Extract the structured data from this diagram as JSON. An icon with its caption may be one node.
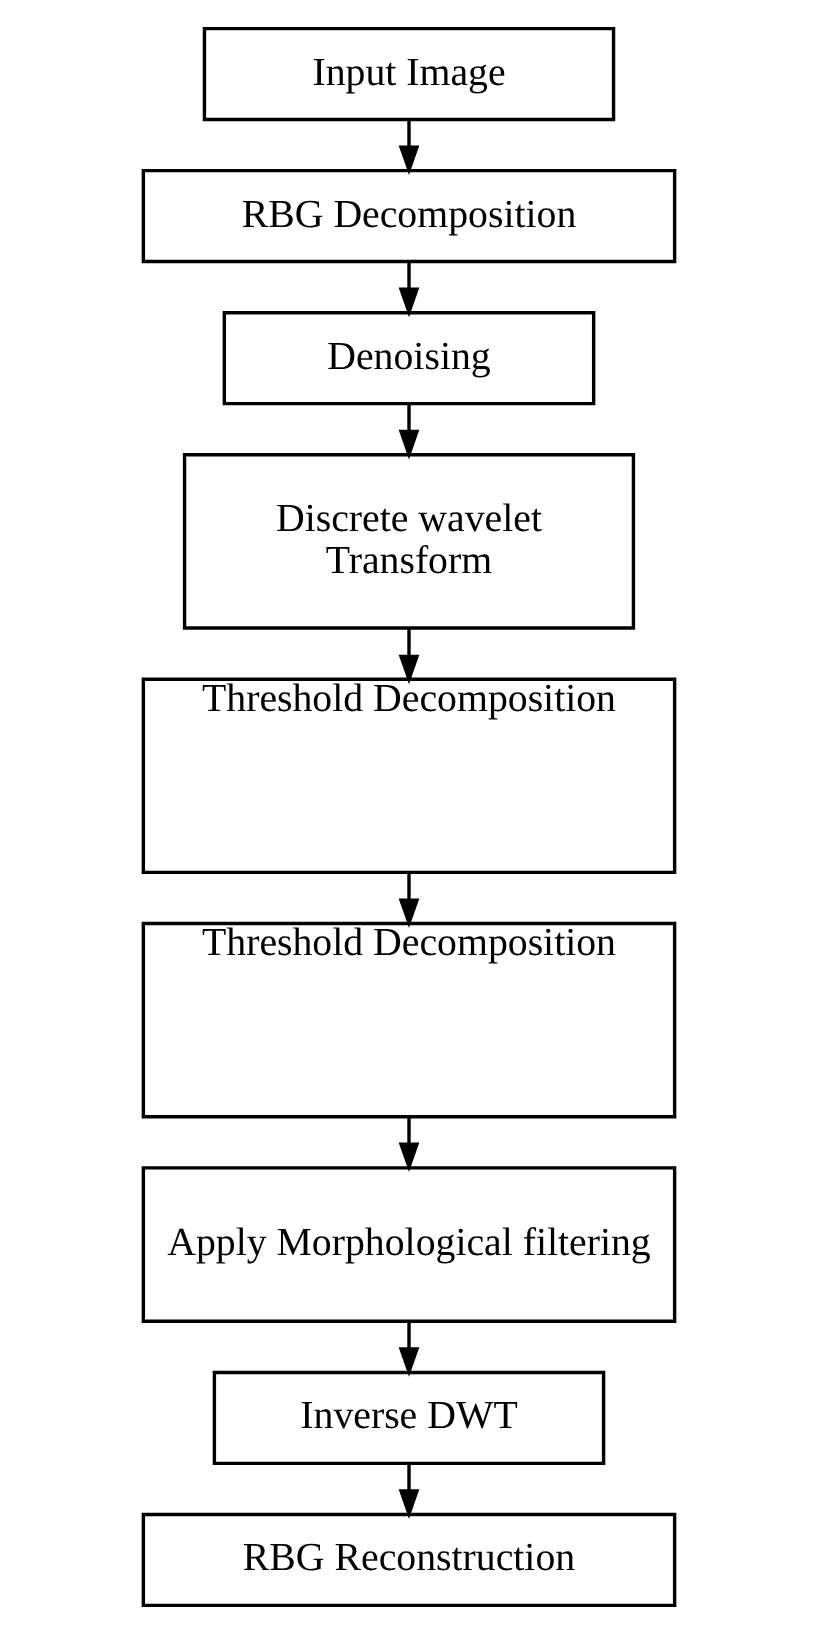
{
  "diagram": {
    "nodes": [
      {
        "text": [
          "Input Image"
        ]
      },
      {
        "text": [
          "RBG Decomposition"
        ]
      },
      {
        "text": [
          "Denoising"
        ]
      },
      {
        "text": [
          "Discrete wavelet Transform"
        ]
      },
      {
        "text": [
          "Threshold Decomposition"
        ]
      },
      {
        "text": [
          "Threshold Decomposition"
        ]
      },
      {
        "text": [
          "Apply Morphological filtering"
        ]
      },
      {
        "text": [
          "Inverse DWT"
        ]
      },
      {
        "text": [
          "RBG Reconstruction"
        ]
      }
    ],
    "edges": [
      {
        "from": 0,
        "to": 1,
        "arrow": "to"
      },
      {
        "from": 1,
        "to": 2,
        "arrow": "to"
      },
      {
        "from": 2,
        "to": 3,
        "arrow": "to"
      },
      {
        "from": 3,
        "to": 4,
        "arrow": "to"
      },
      {
        "from": 4,
        "to": 5,
        "arrow": "to"
      },
      {
        "from": 5,
        "to": 6,
        "arrow": "to"
      },
      {
        "from": 6,
        "to": 7,
        "arrow": "to"
      },
      {
        "from": 7,
        "to": 8,
        "arrow": "to"
      }
    ]
  }
}
